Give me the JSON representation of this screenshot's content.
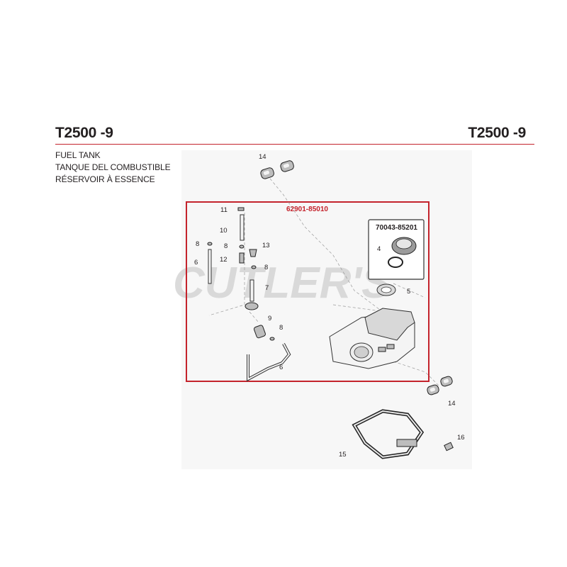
{
  "header": {
    "model_left": "T2500 -9",
    "model_right": "T2500 -9"
  },
  "subtitle": {
    "line1": "FUEL TANK",
    "line2": "TANQUE DEL COMBUSTIBLE",
    "line3": "RÉSERVOIR À ESSENCE"
  },
  "assembly": {
    "part_number": "62901-85010",
    "cap_part_number": "70043-85201",
    "box_color": "#c4232c"
  },
  "watermark": "CUTLER'S",
  "callouts": {
    "c14_top": "14",
    "c11": "11",
    "c10": "10",
    "c8_a": "8",
    "c8_b": "8",
    "c6_top": "6",
    "c13": "13",
    "c12": "12",
    "c8_c": "8",
    "c7": "7",
    "c9": "9",
    "c8_d": "8",
    "c6_bottom": "6",
    "c4": "4",
    "c5": "5",
    "c14_bottom": "14",
    "c16": "16",
    "c15": "15"
  }
}
